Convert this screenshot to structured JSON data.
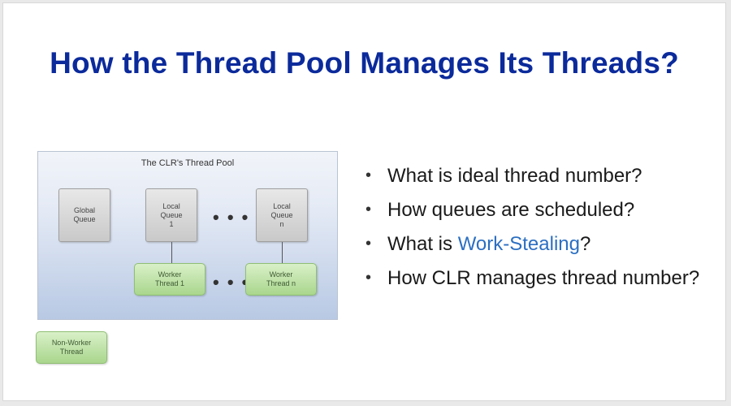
{
  "slide": {
    "title": "How the Thread Pool Manages Its Threads?"
  },
  "diagram": {
    "panel_title": "The CLR's Thread Pool",
    "global_queue": "Global\nQueue",
    "local_queue_1": "Local\nQueue\n1",
    "local_queue_n": "Local\nQueue\nn",
    "worker_thread_1": "Worker\nThread 1",
    "worker_thread_n": "Worker\nThread n",
    "ellipsis": "• • •",
    "non_worker_thread": "Non-Worker\nThread"
  },
  "bullets": {
    "marker": "•",
    "item1": "What is ideal thread number?",
    "item2": "How queues are scheduled?",
    "item3_prefix": "What is ",
    "item3_link": "Work-Stealing",
    "item3_suffix": "?",
    "item4": "How CLR manages thread number?"
  },
  "colors": {
    "title": "#0b2a9b",
    "link": "#2b6fc2",
    "queue_box": "#c9c9c9",
    "thread_box": "#a9d68d"
  }
}
